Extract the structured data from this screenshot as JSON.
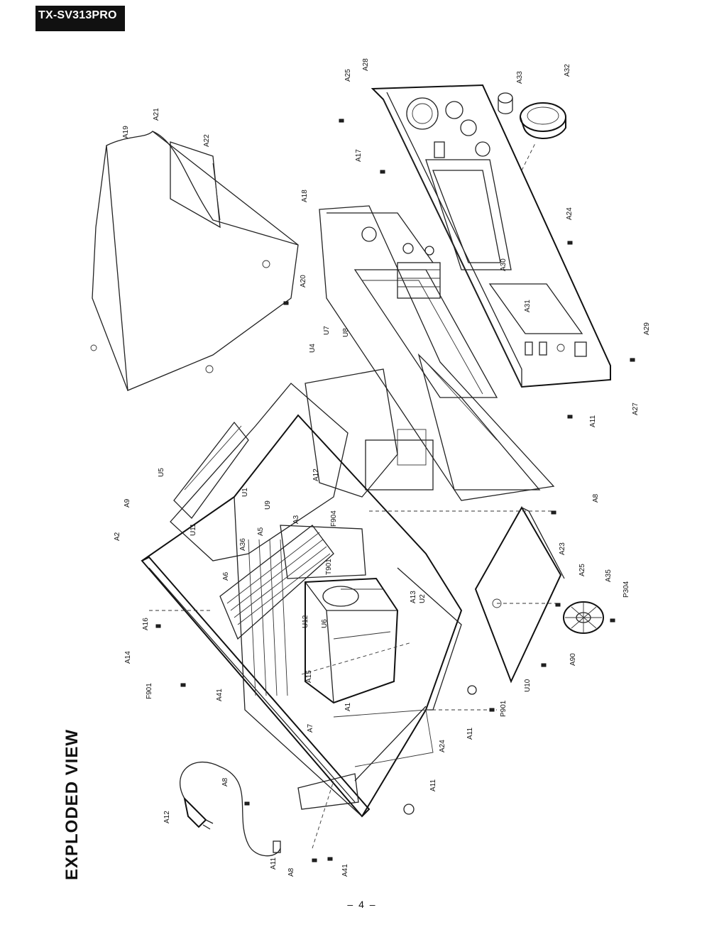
{
  "header": {
    "model": "TX-SV313PRO"
  },
  "title": "EXPLODED VIEW",
  "page_number": "– 4 –",
  "part_labels": [
    "A19",
    "A21",
    "A22",
    "A20",
    "A25",
    "A28",
    "A33",
    "A32",
    "A17",
    "A18",
    "A24",
    "A30",
    "A31",
    "A29",
    "A27",
    "U7",
    "U8",
    "U4",
    "U5",
    "A12",
    "A11",
    "A9",
    "A2",
    "U11",
    "U1",
    "U9",
    "A36",
    "A5",
    "A3",
    "F904",
    "A8",
    "A6",
    "T901",
    "A13",
    "U2",
    "A23",
    "A25",
    "A35",
    "P304",
    "A16",
    "A14",
    "U12",
    "U6",
    "F901",
    "A41",
    "A15",
    "A1",
    "A90",
    "U10",
    "P901",
    "A7"
  ]
}
